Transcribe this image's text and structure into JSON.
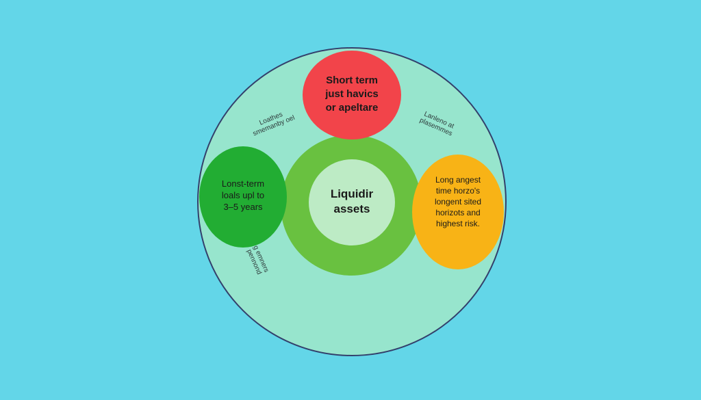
{
  "colors": {
    "background": "#63d6e8",
    "outer_circle_fill": "#97e5cd",
    "outer_circle_stroke": "#33406b",
    "short_term": "#f2444a",
    "long_term": "#22ad33",
    "center_ring": "#69c140",
    "center_core": "#bdebc5",
    "long_horizon": "#f8b316"
  },
  "diagram": {
    "short_term_label": "Short term\njust havics\nor apeltare",
    "long_term_label": "Lonst-term\nloals upl to\n3–5 years",
    "center_label": "Liquidir\nassets",
    "long_horizon_label": "Long angest\ntime horzo's\nlongent sited\nhorizots and\nhighest risk.",
    "note_top_left": "Loathes\nsmemanby oel",
    "note_top_right": "Lanleno at\nplasemmes",
    "note_bottom_left": "g emners\npennond"
  }
}
